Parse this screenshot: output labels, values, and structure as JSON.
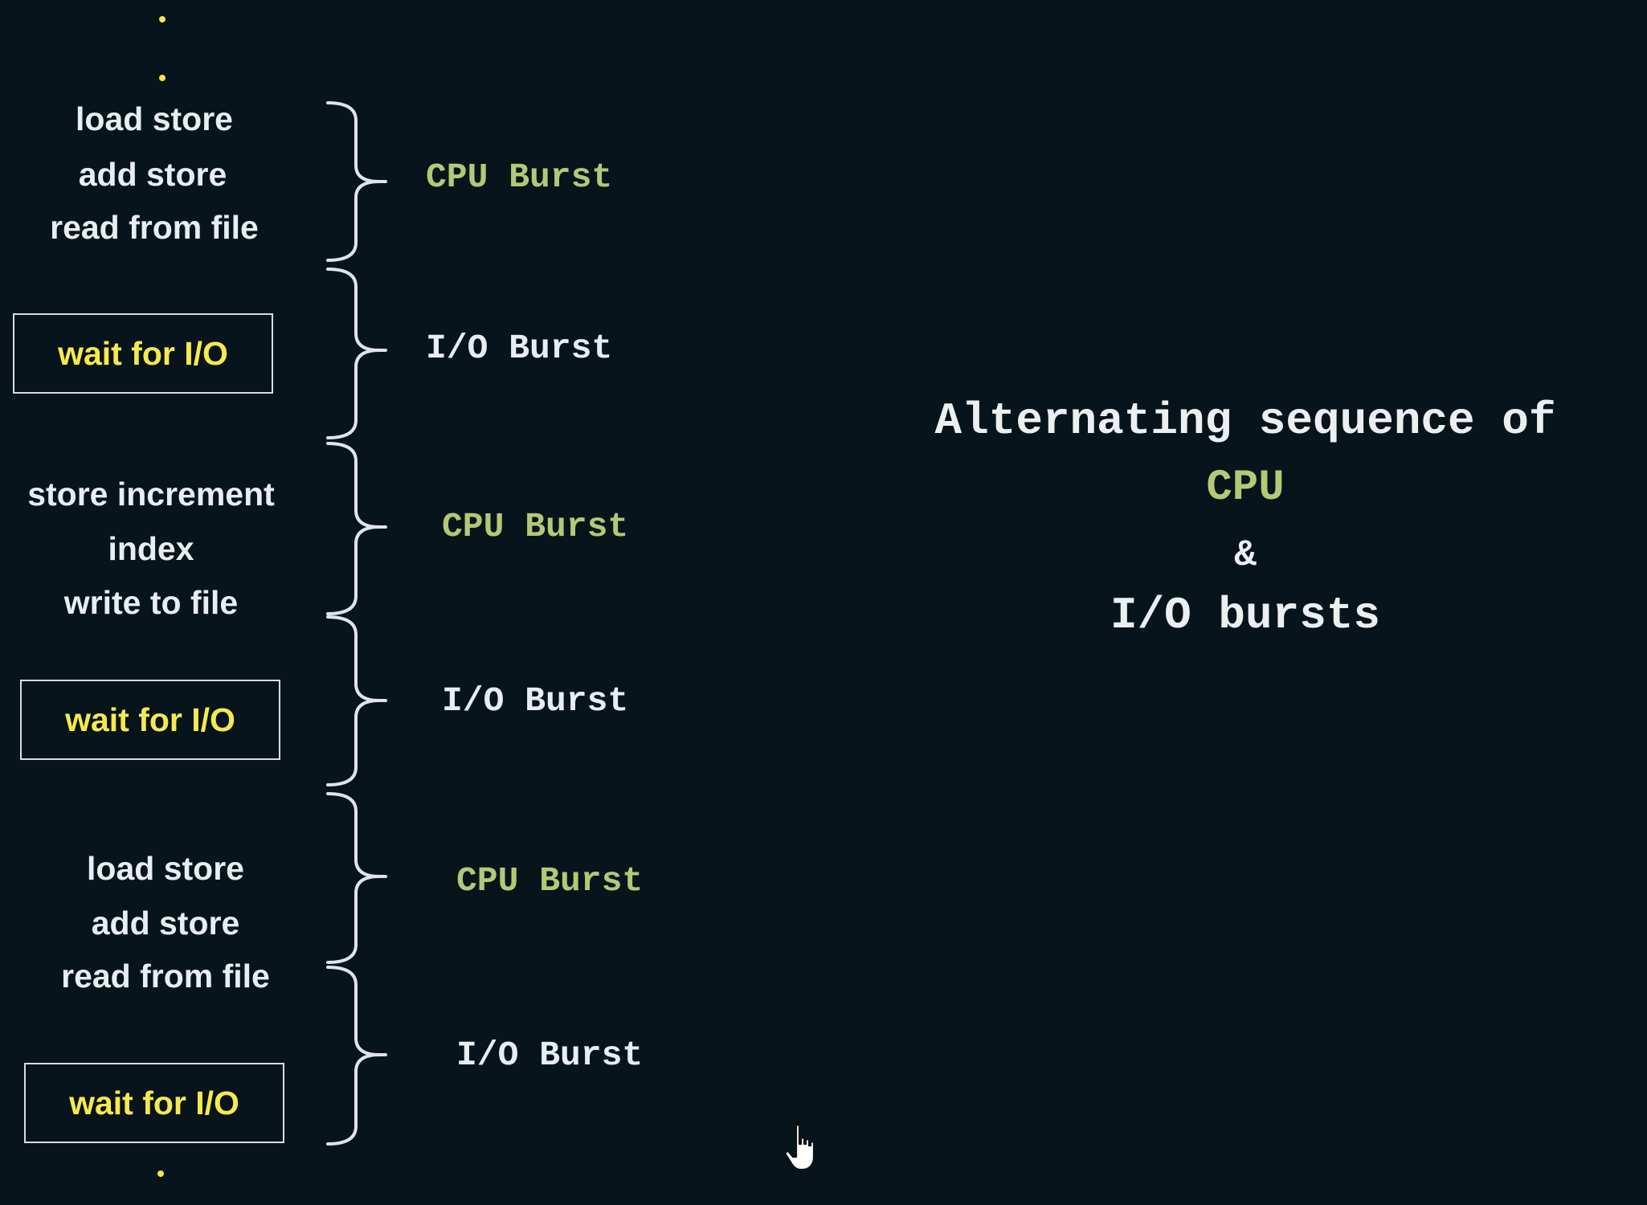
{
  "sequence": [
    {
      "type": "instructions",
      "lines": [
        "load store",
        "add store",
        "read from file"
      ],
      "burst_label": "CPU Burst"
    },
    {
      "type": "wait",
      "text": "wait for I/O",
      "burst_label": "I/O Burst"
    },
    {
      "type": "instructions",
      "lines": [
        "store increment",
        "index",
        "write to file"
      ],
      "burst_label": "CPU Burst"
    },
    {
      "type": "wait",
      "text": "wait for I/O",
      "burst_label": "I/O Burst"
    },
    {
      "type": "instructions",
      "lines": [
        "load store",
        "add store",
        "read from file"
      ],
      "burst_label": "CPU Burst"
    },
    {
      "type": "wait",
      "text": "wait for I/O",
      "burst_label": "I/O Burst"
    }
  ],
  "caption": {
    "line1": "Alternating sequence of",
    "line2": "CPU",
    "line3": "&",
    "line4": "I/O bursts"
  },
  "colors": {
    "background": "#07141b",
    "cpu_burst": "#b4c877",
    "io_burst": "#e8edf1",
    "wait_text": "#f6e94f",
    "instruction_text": "#e8edf1",
    "dots": "#f2e64a"
  },
  "icons": {
    "cursor": "hand-pointer-icon",
    "ellipsis": "vertical-ellipsis-dots"
  }
}
